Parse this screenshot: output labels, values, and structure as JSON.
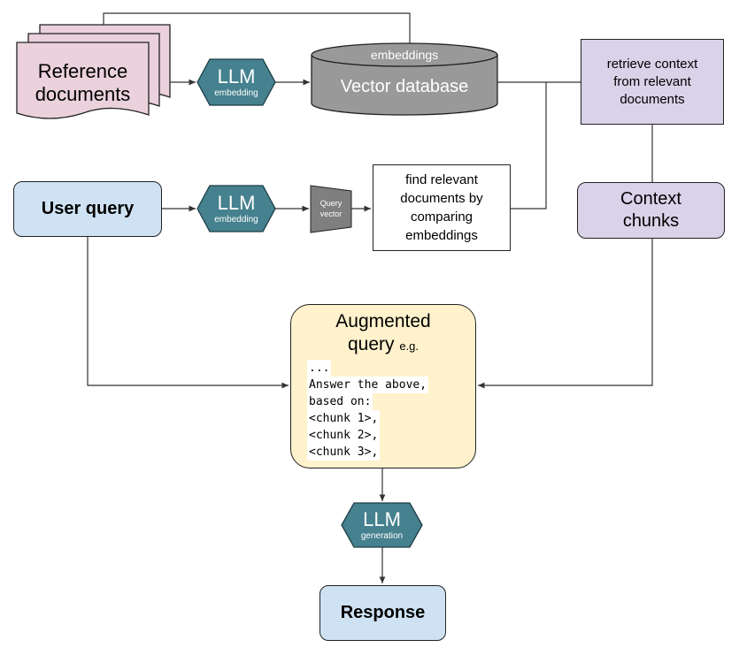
{
  "reference_documents": {
    "label_line1": "Reference",
    "label_line2": "documents"
  },
  "llm_embedding_top": {
    "label": "LLM",
    "sublabel": "embedding"
  },
  "vector_database": {
    "top_label": "embeddings",
    "label": "Vector database"
  },
  "retrieve_context": {
    "label_line1": "retrieve context",
    "label_line2": "from relevant",
    "label_line3": "documents"
  },
  "user_query": {
    "label": "User query"
  },
  "llm_embedding_query": {
    "label": "LLM",
    "sublabel": "embedding"
  },
  "query_vector": {
    "label_line1": "Query",
    "label_line2": "vector"
  },
  "find_relevant": {
    "label_line1": "find relevant",
    "label_line2": "documents by",
    "label_line3": "comparing",
    "label_line4": "embeddings"
  },
  "context_chunks": {
    "label_line1": "Context",
    "label_line2": "chunks"
  },
  "augmented_query": {
    "title_line1": "Augmented",
    "title_line2": "query",
    "title_suffix": "e.g.",
    "code_lines": [
      "...",
      "Answer the above,",
      "based on:",
      "<chunk 1>,",
      "<chunk 2>,",
      "<chunk 3>,"
    ]
  },
  "llm_generation": {
    "label": "LLM",
    "sublabel": "generation"
  },
  "response": {
    "label": "Response"
  },
  "colors": {
    "pink": "#ead1dc",
    "teal": "#45818e",
    "gray": "#999999",
    "lavender": "#d9d2e9",
    "blue": "#cfe2f3",
    "cream": "#fff2cc",
    "query_vector": "#7f7f7f"
  }
}
